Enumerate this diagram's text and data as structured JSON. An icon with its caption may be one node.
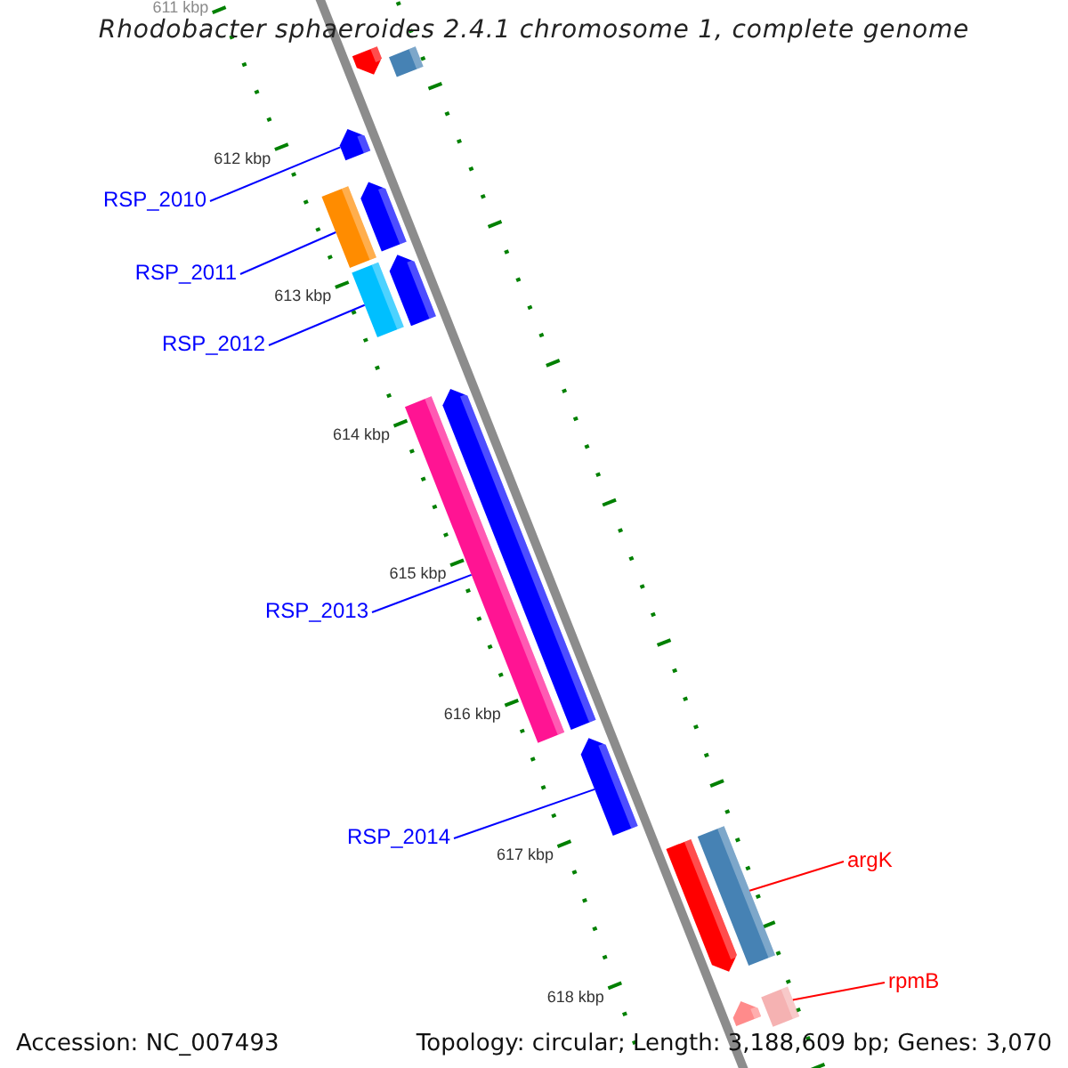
{
  "diagram": {
    "title": "Rhodobacter sphaeroides 2.4.1 chromosome 1, complete genome",
    "nodes": [
      {
        "text": [],
        "shape": "bar"
      },
      {
        "text": [],
        "shape": "bar"
      },
      {
        "text": [],
        "shape": "bar"
      },
      {
        "text": [],
        "shape": "bar"
      },
      {
        "text": [],
        "shape": "bar"
      },
      {
        "text": [],
        "shape": "bar"
      },
      {
        "text": [],
        "shape": "bar"
      },
      {
        "text": [],
        "shape": "bar"
      },
      {
        "text": [],
        "shape": "bar"
      },
      {
        "text": [],
        "shape": "bar"
      },
      {
        "text": [],
        "shape": "bar"
      },
      {
        "text": [],
        "shape": "bar"
      },
      {
        "text": [],
        "shape": "bar"
      },
      {
        "text": [],
        "shape": "bar"
      },
      {
        "text": [
          "RSP_2010"
        ]
      },
      {
        "text": [
          "RSP_2011"
        ]
      },
      {
        "text": [
          "RSP_2012"
        ]
      },
      {
        "text": [
          "RSP_2013"
        ]
      },
      {
        "text": [
          "RSP_2014"
        ]
      },
      {
        "text": [
          "argK"
        ]
      },
      {
        "text": [
          "rpmB"
        ]
      }
    ],
    "edges": [
      {
        "from": 14,
        "to": 2,
        "arrow": "none"
      },
      {
        "from": 15,
        "to": 4,
        "arrow": "none"
      },
      {
        "from": 16,
        "to": 5,
        "arrow": "none"
      },
      {
        "from": 17,
        "to": 7,
        "arrow": "none"
      },
      {
        "from": 18,
        "to": 9,
        "arrow": "none"
      },
      {
        "from": 19,
        "to": 11,
        "arrow": "none",
        "color": "#ff0000"
      },
      {
        "from": 20,
        "to": 13,
        "arrow": "none",
        "color": "#ff0000"
      }
    ],
    "labels": [
      "611 kbp",
      "612 kbp",
      "613 kbp",
      "614 kbp",
      "615 kbp",
      "616 kbp",
      "617 kbp",
      "618 kbp",
      "Accession: NC_007493",
      "Topology: circular; Length: 3,188,609 bp; Genes: 3,070"
    ]
  }
}
